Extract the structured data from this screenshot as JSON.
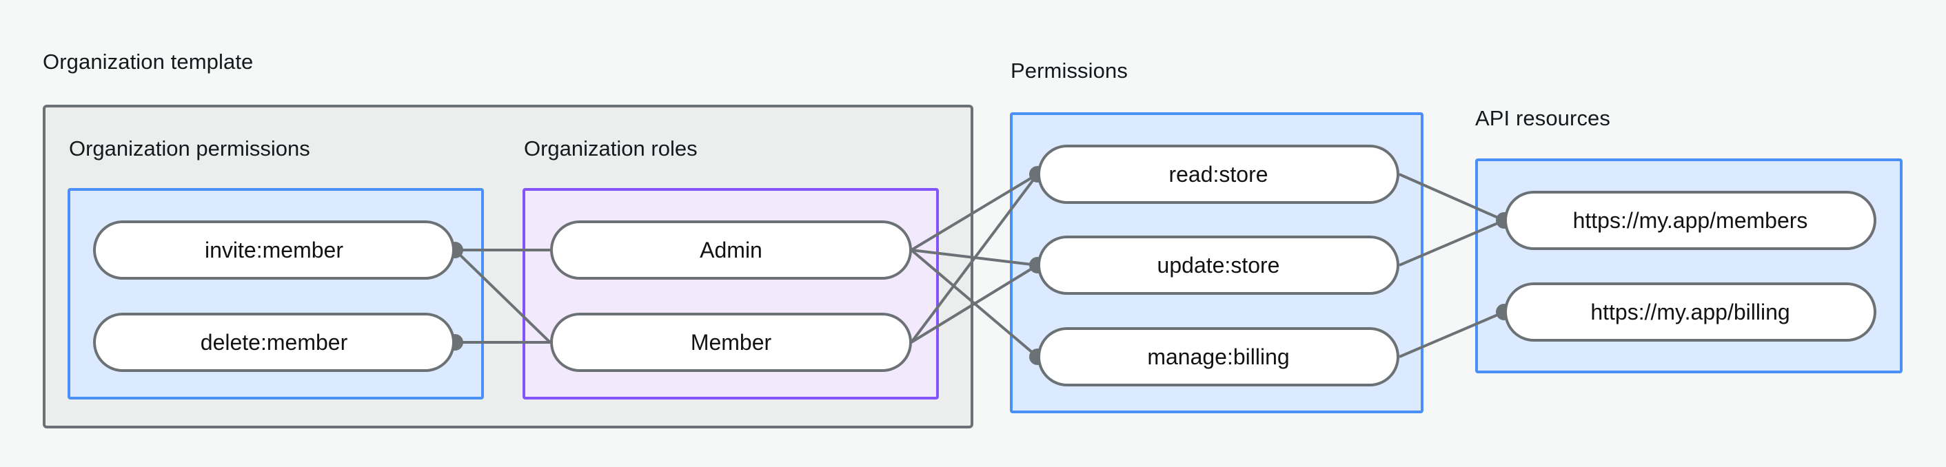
{
  "diagram": {
    "type": "entity-relationship-flow",
    "background_color": "#f6f8f8",
    "groups": [
      {
        "id": "organization-template",
        "label": "Organization template",
        "border_color": "#6b7175",
        "fill_color": "#eceeed",
        "subgroups": [
          {
            "id": "organization-permissions",
            "label": "Organization permissions",
            "border_color": "#4a90f7",
            "fill_color": "#dbeafe",
            "nodes": [
              "invite:member",
              "delete:member"
            ]
          },
          {
            "id": "organization-roles",
            "label": "Organization roles",
            "border_color": "#8454fa",
            "fill_color": "#f3e9fd",
            "nodes": [
              "Admin",
              "Member"
            ]
          }
        ]
      },
      {
        "id": "permissions",
        "label": "Permissions",
        "border_color": "#4a90f7",
        "fill_color": "#dbeafe",
        "nodes": [
          "read:store",
          "update:store",
          "manage:billing"
        ]
      },
      {
        "id": "api-resources",
        "label": "API resources",
        "border_color": "#4a90f7",
        "fill_color": "#dbeafe",
        "nodes": [
          "https://my.app/members",
          "https://my.app/billing"
        ]
      }
    ],
    "nodes": {
      "invite_member": "invite:member",
      "delete_member": "delete:member",
      "admin": "Admin",
      "member": "Member",
      "read_store": "read:store",
      "update_store": "update:store",
      "manage_billing": "manage:billing",
      "res_members": "https://my.app/members",
      "res_billing": "https://my.app/billing"
    },
    "labels": {
      "organization_template": "Organization template",
      "organization_permissions": "Organization permissions",
      "organization_roles": "Organization roles",
      "permissions": "Permissions",
      "api_resources": "API resources"
    },
    "edges": [
      {
        "from": "invite:member",
        "to": "Admin"
      },
      {
        "from": "invite:member",
        "to": "Member"
      },
      {
        "from": "delete:member",
        "to": "Member"
      },
      {
        "from": "Admin",
        "to": "read:store"
      },
      {
        "from": "Admin",
        "to": "update:store"
      },
      {
        "from": "Admin",
        "to": "manage:billing"
      },
      {
        "from": "Member",
        "to": "read:store"
      },
      {
        "from": "Member",
        "to": "update:store"
      },
      {
        "from": "read:store",
        "to": "https://my.app/members"
      },
      {
        "from": "update:store",
        "to": "https://my.app/members"
      },
      {
        "from": "manage:billing",
        "to": "https://my.app/billing"
      }
    ],
    "edge_color": "#6b7175",
    "node_fill": "#ffffff",
    "node_border": "#6b7175",
    "text_color": "#101214"
  }
}
